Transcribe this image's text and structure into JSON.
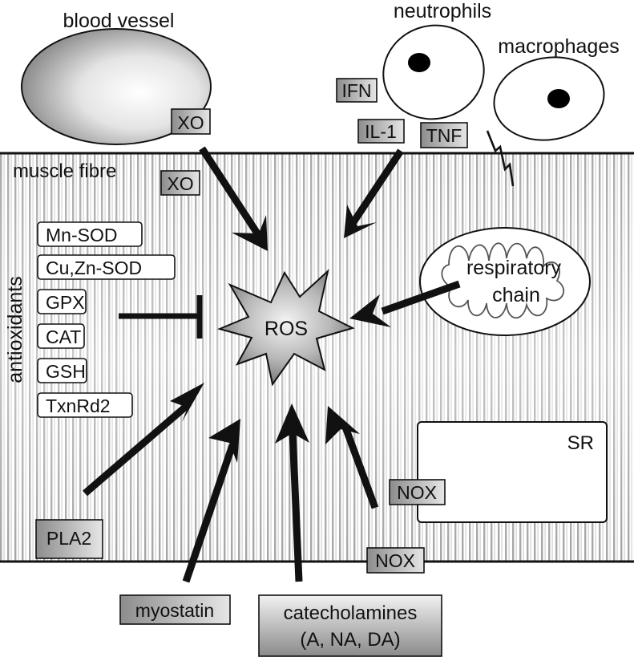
{
  "labels": {
    "blood_vessel": "blood vessel",
    "neutrophils": "neutrophils",
    "macrophages": "macrophages",
    "muscle_fibre": "muscle fibre",
    "antioxidants": "antioxidants",
    "respiratory": "respiratory",
    "chain": "chain",
    "ros": "ROS",
    "sr": "SR"
  },
  "boxes": {
    "xo_vessel": "XO",
    "xo_fibre": "XO",
    "ifn": "IFN",
    "il1": "IL-1",
    "tnf": "TNF",
    "nox_upper": "NOX",
    "nox_lower": "NOX",
    "pla2": "PLA2",
    "myostatin": "myostatin",
    "catecholamines_1": "catecholamines",
    "catecholamines_2": "(A, NA, DA)"
  },
  "antioxidant_list": [
    "Mn-SOD",
    "Cu,Zn-SOD",
    "GPX",
    "CAT",
    "GSH",
    "TxnRd2"
  ]
}
